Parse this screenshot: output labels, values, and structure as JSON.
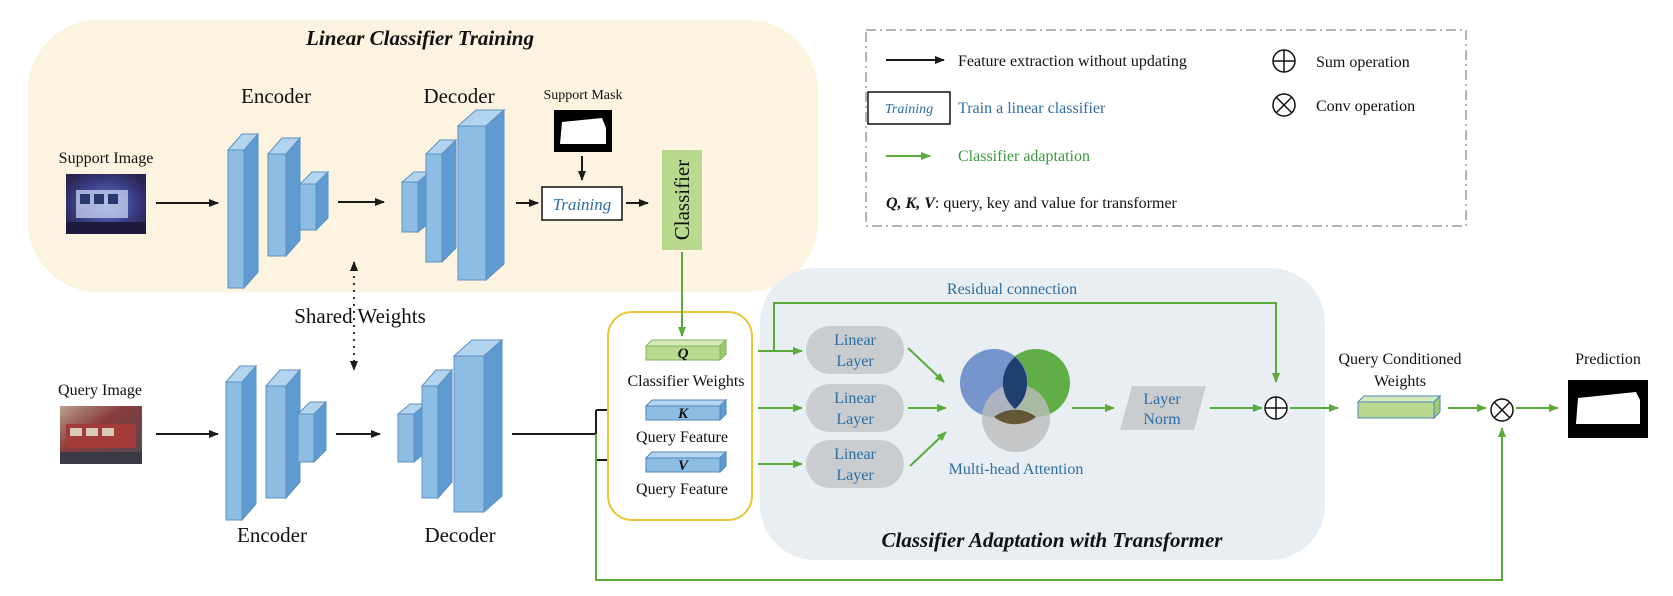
{
  "title_top": "Linear Classifier Training",
  "title_bottom": "Classifier Adaptation with Transformer",
  "support": {
    "image_label": "Support Image",
    "mask_label": "Support Mask"
  },
  "query": {
    "image_label": "Query Image"
  },
  "labels": {
    "encoder_top": "Encoder",
    "decoder_top": "Decoder",
    "encoder_bottom": "Encoder",
    "decoder_bottom": "Decoder",
    "training": "Training",
    "classifier": "Classifier",
    "shared_weights": "Shared Weights",
    "q": "Q",
    "k": "K",
    "v": "V",
    "classifier_weights": "Classifier Weights",
    "query_feature_k": "Query Feature",
    "query_feature_v": "Query Feature",
    "linear_layer": "Linear",
    "linear_layer_2": "Layer",
    "layer_norm_1": "Layer",
    "layer_norm_2": "Norm",
    "multihead": "Multi-head Attention",
    "residual": "Residual connection",
    "qcw_1": "Query Conditioned",
    "qcw_2": "Weights",
    "prediction": "Prediction"
  },
  "legend": {
    "feature_extraction": "Feature extraction without updating",
    "train_box": "Training",
    "train_label": "Train a linear classifier",
    "adaptation": "Classifier adaptation",
    "qkv_bold": "Q, K, V",
    "qkv_rest": ": query, key and value for transformer",
    "sum": "Sum operation",
    "conv": "Conv operation"
  },
  "colors": {
    "green_arrow": "#5aaa3c",
    "blue_text": "#2e6da4",
    "legend_green_text": "#3a9a3a",
    "encoder_face": "#8dbde2",
    "cream_panel": "#fdf3e1",
    "grey_panel": "#e8eef2",
    "classifier_green": "#b9d98e",
    "yellow_border": "#e7c439"
  }
}
